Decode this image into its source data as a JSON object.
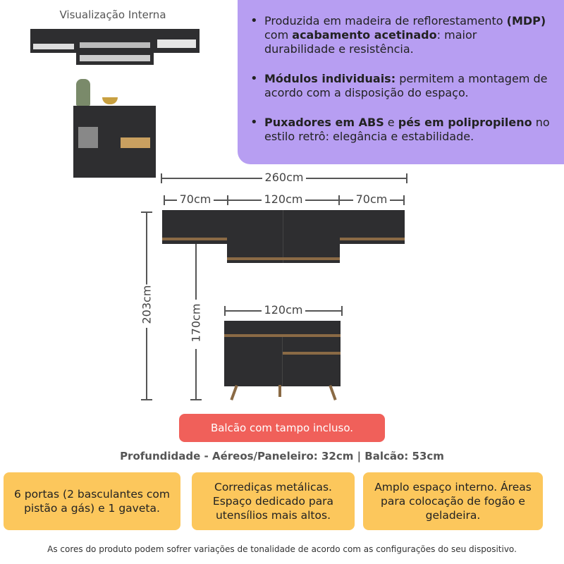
{
  "preview": {
    "title": "Visualização Interna"
  },
  "features": [
    {
      "parts": [
        {
          "t": "Produzida em madeira de reflorestamento ",
          "b": false
        },
        {
          "t": "(MDP)",
          "b": true
        },
        {
          "t": " com ",
          "b": false
        },
        {
          "t": "acabamento acetinado",
          "b": true
        },
        {
          "t": ": maior durabilidade e resistência.",
          "b": false
        }
      ]
    },
    {
      "parts": [
        {
          "t": "Módulos individuais:",
          "b": true
        },
        {
          "t": " permitem a montagem de acordo com a disposição do espaço.",
          "b": false
        }
      ]
    },
    {
      "parts": [
        {
          "t": "Puxadores em ABS",
          "b": true
        },
        {
          "t": " e ",
          "b": false
        },
        {
          "t": "pés em polipropileno",
          "b": true
        },
        {
          "t": " no estilo retrô: elegância e estabilidade.",
          "b": false
        }
      ]
    }
  ],
  "dimensions": {
    "total_width": "260cm",
    "left_width": "70cm",
    "center_width": "120cm",
    "right_width": "70cm",
    "total_height": "203cm",
    "upper_height": "170cm",
    "base_width": "120cm"
  },
  "notice": "Balcão com tampo incluso.",
  "depth": "Profundidade - Aéreos/Paneleiro: 32cm | Balcão: 53cm",
  "boxes": [
    "6 portas (2 basculantes com pistão a gás) e 1 gaveta.",
    "Corrediças metálicas. Espaço dedicado para utensílios mais altos.",
    "Amplo espaço interno. Áreas para colocação de fogão e geladeira."
  ],
  "footer": "As cores do produto podem sofrer variações de tonalidade de acordo com as configurações do seu dispositivo.",
  "colors": {
    "purple": "#b79ef2",
    "red": "#f0605a",
    "orange": "#fcc75c",
    "cabinet": "#2e2e30",
    "wood": "#8a6a45"
  }
}
